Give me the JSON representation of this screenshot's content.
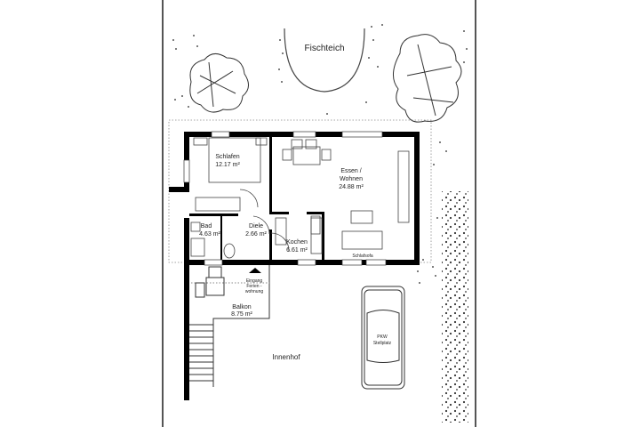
{
  "plan": {
    "labels": {
      "pond": "Fischteich",
      "courtyard": "Innenhof"
    },
    "rooms": [
      {
        "name": "Schlafen",
        "area": "12.17 m²"
      },
      {
        "name": "Essen /",
        "name2": "Wohnen",
        "area": "24.88 m²"
      },
      {
        "name": "Bad",
        "area": "4.63 m²"
      },
      {
        "name": "Diele",
        "area": "2.66 m²"
      },
      {
        "name": "Kochen",
        "area": "6.61 m²"
      },
      {
        "name": "Balkon",
        "area": "8.75 m²"
      }
    ],
    "furniture": {
      "sofa_label": "Schlafsofa"
    },
    "entrance": {
      "line1": "Eingang",
      "line2": "Ferien -",
      "line3": "wohnung"
    },
    "parking": {
      "line1": "PKW",
      "line2": "Stellplatz"
    },
    "colors": {
      "wall": "#000000",
      "line": "#333333",
      "border": "#555555",
      "background": "#ffffff"
    }
  }
}
